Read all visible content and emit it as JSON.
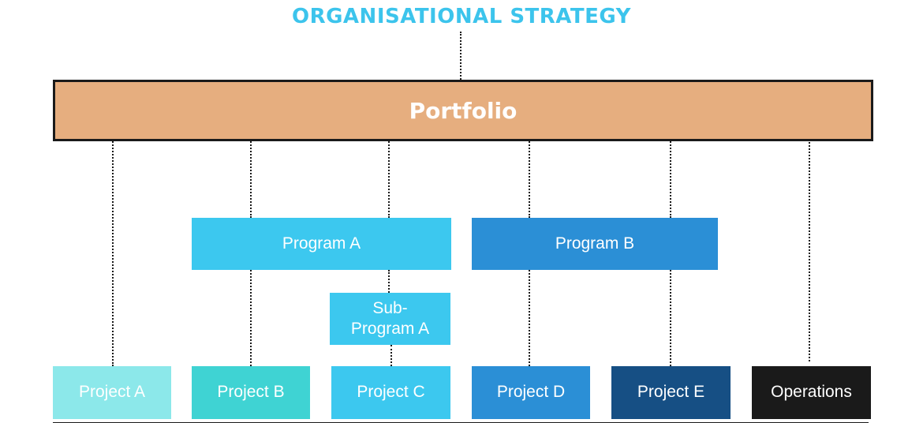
{
  "title": "ORGANISATIONAL STRATEGY",
  "portfolio": {
    "label": "Portfolio",
    "color": "#e6ae7f"
  },
  "programs": [
    {
      "label": "Program A",
      "color": "#3cc8ef"
    },
    {
      "label": "Program B",
      "color": "#2b8fd6"
    }
  ],
  "subprogram": {
    "label_line1": "Sub-",
    "label_line2": "Program A",
    "color": "#3cc8ef"
  },
  "projects": [
    {
      "label": "Project A",
      "color": "#8ce8ea"
    },
    {
      "label": "Project B",
      "color": "#3fd3d3"
    },
    {
      "label": "Project C",
      "color": "#3cc8ef"
    },
    {
      "label": "Project D",
      "color": "#2b8fd6"
    },
    {
      "label": "Project E",
      "color": "#164f84"
    },
    {
      "label": "Operations",
      "color": "#1a1a1a"
    }
  ]
}
